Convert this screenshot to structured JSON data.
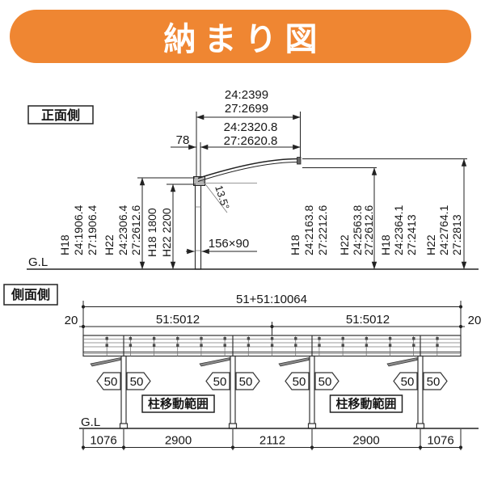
{
  "page": {
    "title": "納まり図"
  },
  "colors": {
    "banner_bg": "#EF8632",
    "title_text": "#FFFFFF",
    "line": "#222222"
  },
  "front": {
    "label": "正面側",
    "gl": "G.L",
    "dim_total_24": "24:2399",
    "dim_total_27": "27:2699",
    "dim_inner_24": "24:2320.8",
    "dim_inner_27": "27:2620.8",
    "dim_offset": "78",
    "angle": "13.5°",
    "post_size": "156×90",
    "cols": [
      [
        "H18",
        "24:1906.4",
        "27:1906.4"
      ],
      [
        "H22",
        "24:2306.4",
        "27:2612.6"
      ],
      [
        "H18  1800",
        "H22  2200"
      ],
      [
        "H18",
        "24:2163.8",
        "27:2212.6"
      ],
      [
        "H22",
        "24:2563.8",
        "27:2612.6"
      ],
      [
        "H18",
        "24:2364.1",
        "27:2413"
      ],
      [
        "H22",
        "24:2764.1",
        "27:2813"
      ]
    ]
  },
  "side": {
    "label": "側面側",
    "gl": "G.L",
    "dim_total": "51+51:10064",
    "dim_bay_left": "51:5012",
    "dim_bay_right": "51:5012",
    "dim_edge_left": "20",
    "dim_edge_right": "20",
    "move_value": "50",
    "move_range_label": "柱移動範囲",
    "bottom_dims": [
      "1076",
      "2900",
      "2112",
      "2900",
      "1076"
    ]
  }
}
